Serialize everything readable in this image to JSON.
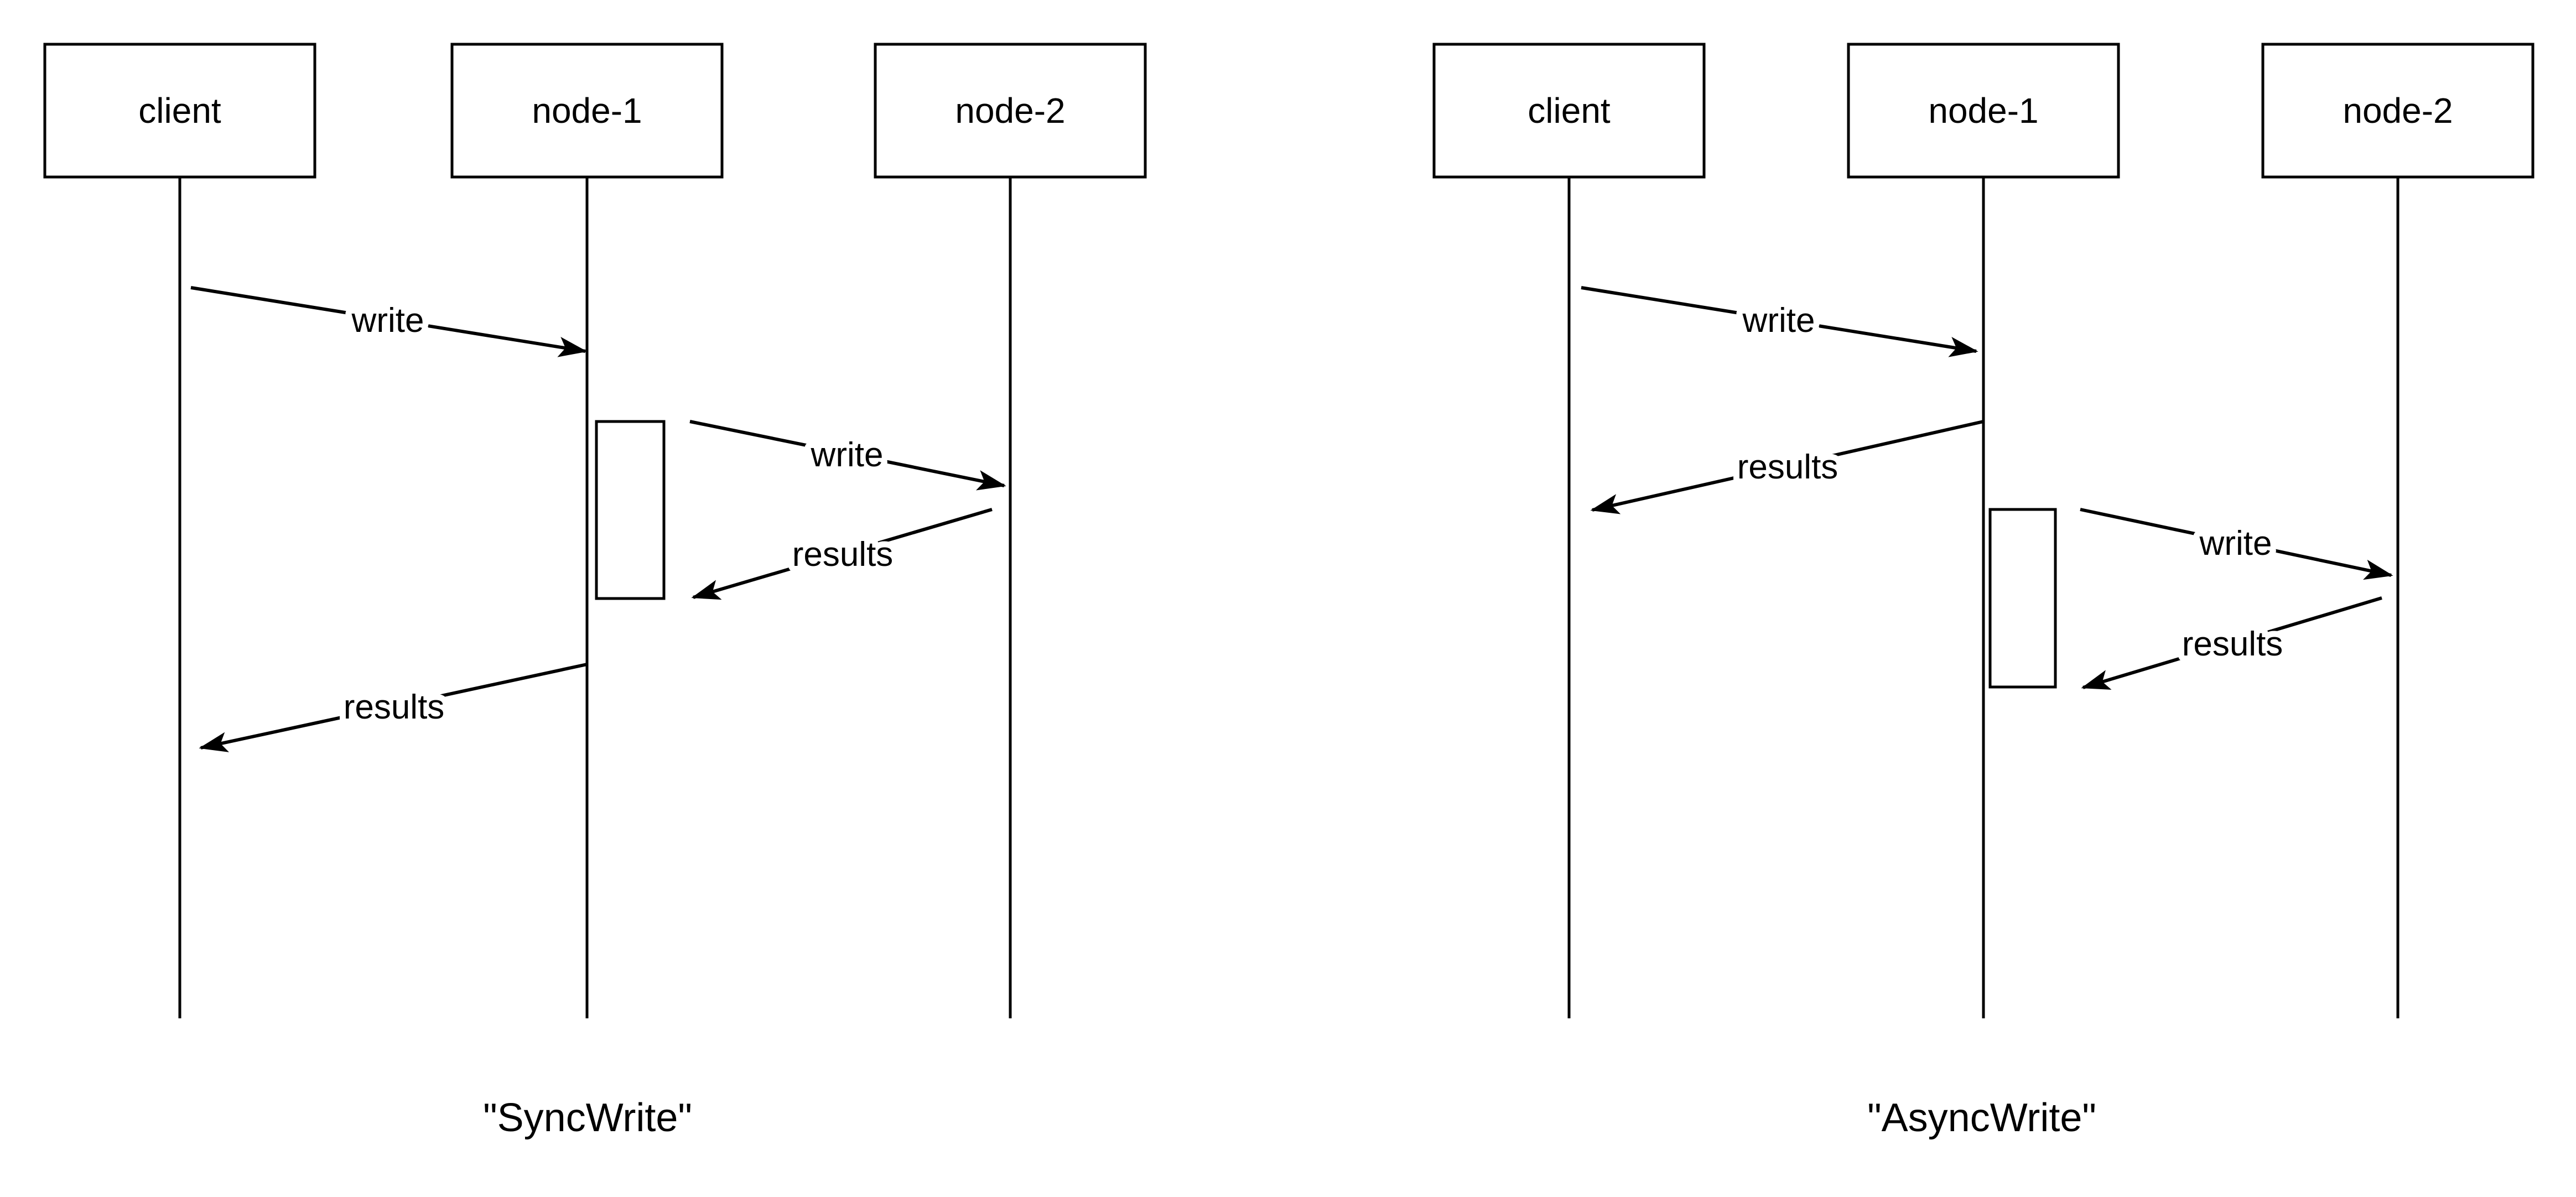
{
  "colors": {
    "stroke": "#000000",
    "background": "#ffffff"
  },
  "diagrams": [
    {
      "caption": "\"SyncWrite\"",
      "actors": [
        {
          "label": "client"
        },
        {
          "label": "node-1"
        },
        {
          "label": "node-2"
        }
      ],
      "messages": [
        {
          "label": "write",
          "from": "client",
          "to": "node-1"
        },
        {
          "label": "write",
          "from": "node-1",
          "to": "node-2"
        },
        {
          "label": "results",
          "from": "node-2",
          "to": "node-1"
        },
        {
          "label": "results",
          "from": "node-1",
          "to": "client"
        }
      ]
    },
    {
      "caption": "\"AsyncWrite\"",
      "actors": [
        {
          "label": "client"
        },
        {
          "label": "node-1"
        },
        {
          "label": "node-2"
        }
      ],
      "messages": [
        {
          "label": "write",
          "from": "client",
          "to": "node-1"
        },
        {
          "label": "results",
          "from": "node-1",
          "to": "client"
        },
        {
          "label": "write",
          "from": "node-1",
          "to": "node-2"
        },
        {
          "label": "results",
          "from": "node-2",
          "to": "node-1"
        }
      ]
    }
  ]
}
